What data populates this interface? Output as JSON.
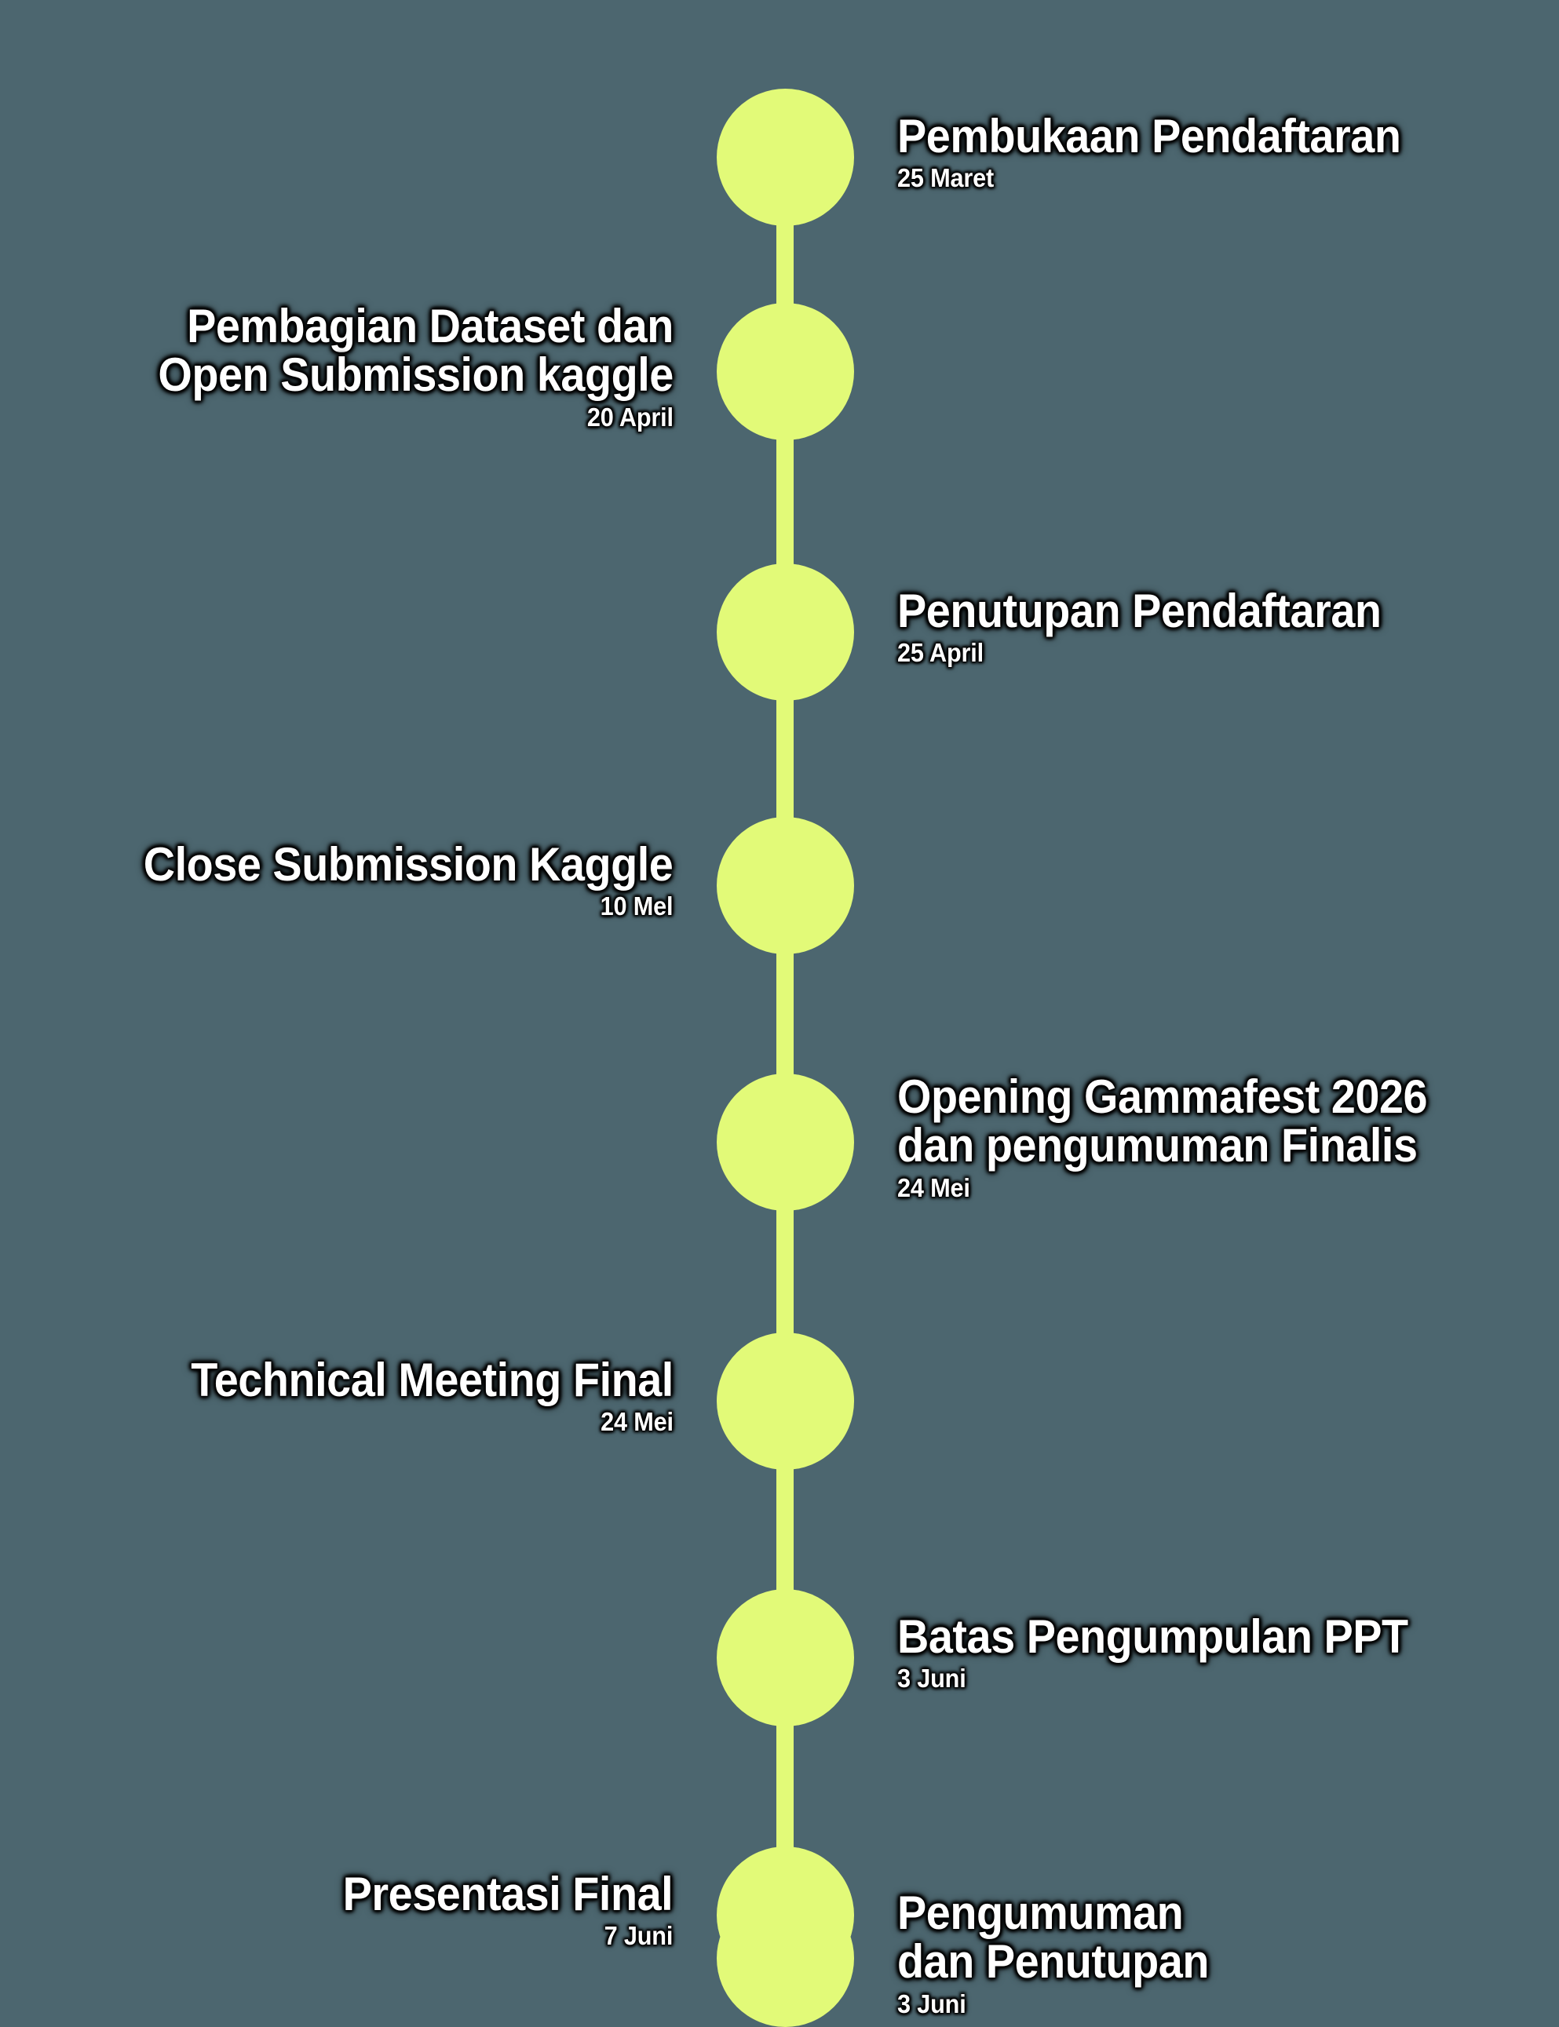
{
  "theme": {
    "background_color": "#4c666f",
    "accent_color": "#e2fa78",
    "text_color": "#ffffff"
  },
  "timeline": {
    "milestones": [
      {
        "title": "Pembukaan Pendaftaran",
        "date": "25 Maret",
        "side": "right"
      },
      {
        "title": "Pembagian Dataset dan\nOpen Submission kaggle",
        "date": "20 April",
        "side": "left"
      },
      {
        "title": "Penutupan Pendaftaran",
        "date": "25 April",
        "side": "right"
      },
      {
        "title": "Close Submission Kaggle",
        "date": "10 Mel",
        "side": "left"
      },
      {
        "title": "Opening Gammafest 2026\ndan pengumuman Finalis",
        "date": "24 Mei",
        "side": "right"
      },
      {
        "title": "Technical Meeting Final",
        "date": "24 Mei",
        "side": "left"
      },
      {
        "title": "Batas Pengumpulan PPT",
        "date": "3 Juni",
        "side": "right"
      },
      {
        "title": "Presentasi Final",
        "date": "7 Juni",
        "side": "left"
      },
      {
        "title": "Pengumuman\ndan Penutupan",
        "date": "3 Juni",
        "side": "right"
      }
    ]
  }
}
